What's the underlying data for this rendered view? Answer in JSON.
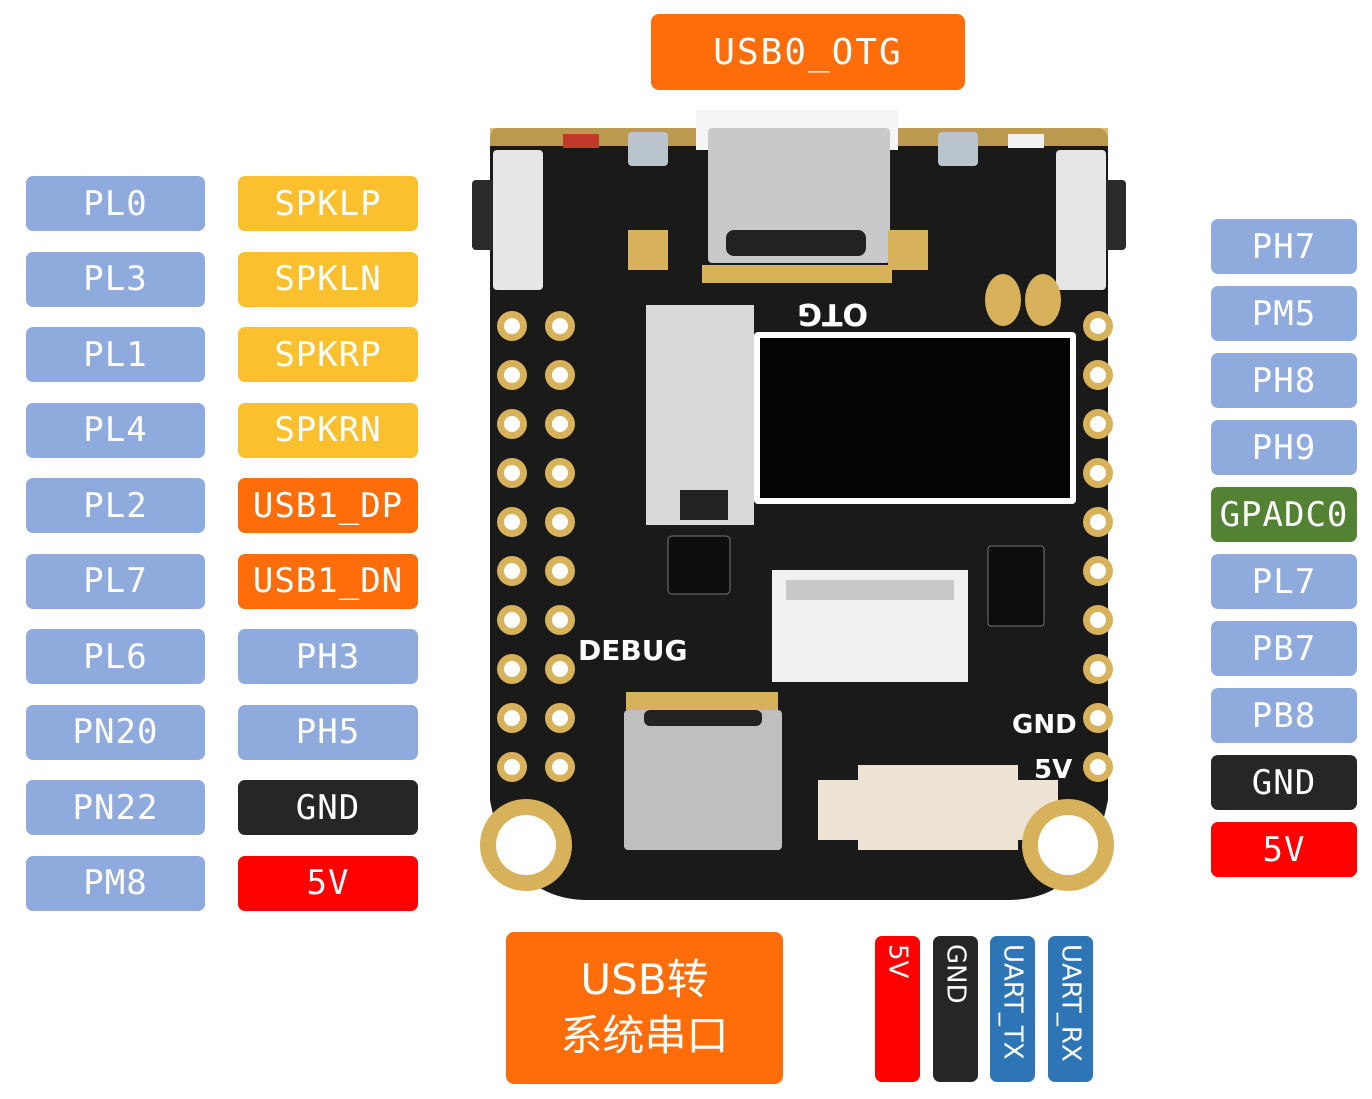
{
  "colors": {
    "blue": "#8faadc",
    "yellow": "#fbc02d",
    "orange": "#ff6d0a",
    "black": "#262626",
    "red": "#ff0000",
    "green": "#548235",
    "steel_blue": "#2e75b6",
    "pcb": "#1a1a1a",
    "gold": "#d8b25a"
  },
  "top_label": "USB0_OTG",
  "left_col1": [
    "PL0",
    "PL3",
    "PL1",
    "PL4",
    "PL2",
    "PL7",
    "PL6",
    "PN20",
    "PN22",
    "PM8"
  ],
  "left_col2": [
    {
      "label": "SPKLP",
      "color": "yellow"
    },
    {
      "label": "SPKLN",
      "color": "yellow"
    },
    {
      "label": "SPKRP",
      "color": "yellow"
    },
    {
      "label": "SPKRN",
      "color": "yellow"
    },
    {
      "label": "USB1_DP",
      "color": "orange"
    },
    {
      "label": "USB1_DN",
      "color": "orange"
    },
    {
      "label": "PH3",
      "color": "blue"
    },
    {
      "label": "PH5",
      "color": "blue"
    },
    {
      "label": "GND",
      "color": "black"
    },
    {
      "label": "5V",
      "color": "red"
    }
  ],
  "right_col": [
    {
      "label": "PH7",
      "color": "blue"
    },
    {
      "label": "PM5",
      "color": "blue"
    },
    {
      "label": "PH8",
      "color": "blue"
    },
    {
      "label": "PH9",
      "color": "blue"
    },
    {
      "label": "GPADC0",
      "color": "green"
    },
    {
      "label": "PL7",
      "color": "blue"
    },
    {
      "label": "PB7",
      "color": "blue"
    },
    {
      "label": "PB8",
      "color": "blue"
    },
    {
      "label": "GND",
      "color": "black"
    },
    {
      "label": "5V",
      "color": "red"
    }
  ],
  "bottom_label": {
    "line1": "USB转",
    "line2": "系统串口"
  },
  "bottom_pins": [
    {
      "label": "5V",
      "color": "red"
    },
    {
      "label": "GND",
      "color": "black"
    },
    {
      "label": "UART_TX",
      "color": "steel_blue"
    },
    {
      "label": "UART_RX",
      "color": "steel_blue"
    }
  ],
  "board": {
    "silk_otg": "OTG",
    "silk_debug": "DEBUG",
    "silk_gnd": "GND",
    "silk_5v": "5V"
  }
}
